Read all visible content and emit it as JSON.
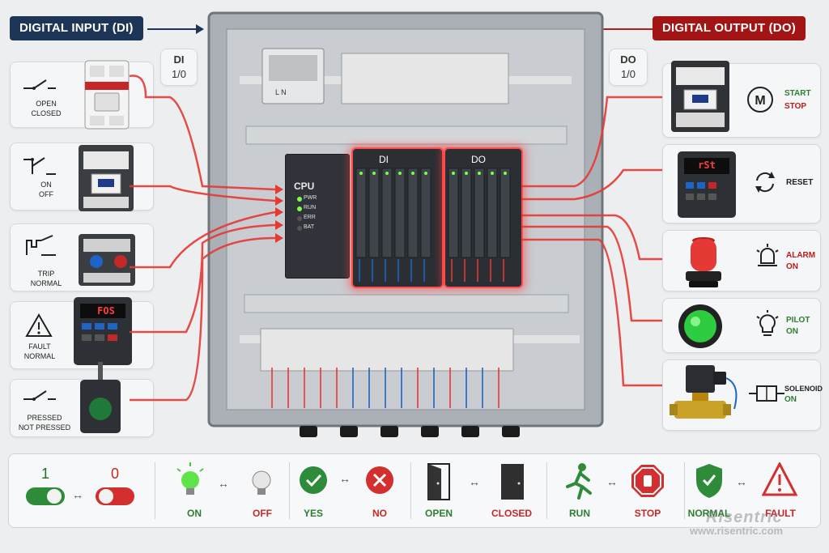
{
  "header": {
    "input_title": "DIGITAL INPUT (DI)",
    "output_title": "DIGITAL OUTPUT (DO)",
    "di_tag": "DI",
    "di_sub": "1/0",
    "do_tag": "DO",
    "do_sub": "1/0"
  },
  "inputs": [
    {
      "line1": "OPEN",
      "line2": "CLOSED"
    },
    {
      "line1": "ON",
      "line2": "OFF"
    },
    {
      "line1": "TRIP",
      "line2": "NORMAL"
    },
    {
      "line1": "FAULT",
      "line2": "NORMAL"
    },
    {
      "line1": "PRESSED",
      "line2": "NOT PRESSED"
    }
  ],
  "outputs": [
    {
      "line1": "START",
      "line2": "STOP"
    },
    {
      "line1": "RESET",
      "line2": ""
    },
    {
      "line1": "ALARM",
      "line2": "ON"
    },
    {
      "line1": "PILOT",
      "line2": "ON"
    },
    {
      "line1": "SOLENOID",
      "line2": "ON"
    }
  ],
  "panel": {
    "cpu_label": "CPU",
    "leds": [
      "PWR",
      "RUN",
      "ERR",
      "BAT"
    ],
    "di_module": "DI",
    "do_module": "DO",
    "drive_display": "FOS",
    "reset_display": "rSt",
    "psu_label": "L N"
  },
  "legend": [
    {
      "a": "1",
      "b": "0"
    },
    {
      "a": "ON",
      "b": "OFF"
    },
    {
      "a": "YES",
      "b": "NO"
    },
    {
      "a": "OPEN",
      "b": "CLOSED"
    },
    {
      "a": "RUN",
      "b": "STOP"
    },
    {
      "a": "NORMAL",
      "b": "FAULT"
    }
  ],
  "watermark": {
    "brand": "Risentric",
    "url": "www.risentric.com"
  },
  "colors": {
    "navy": "#1d3557",
    "crimson": "#b71c1c",
    "wire_red": "#e53935",
    "wire_blue": "#1e63c6",
    "panel_grey": "#9aa0a6",
    "green_led": "#7cff4a"
  }
}
